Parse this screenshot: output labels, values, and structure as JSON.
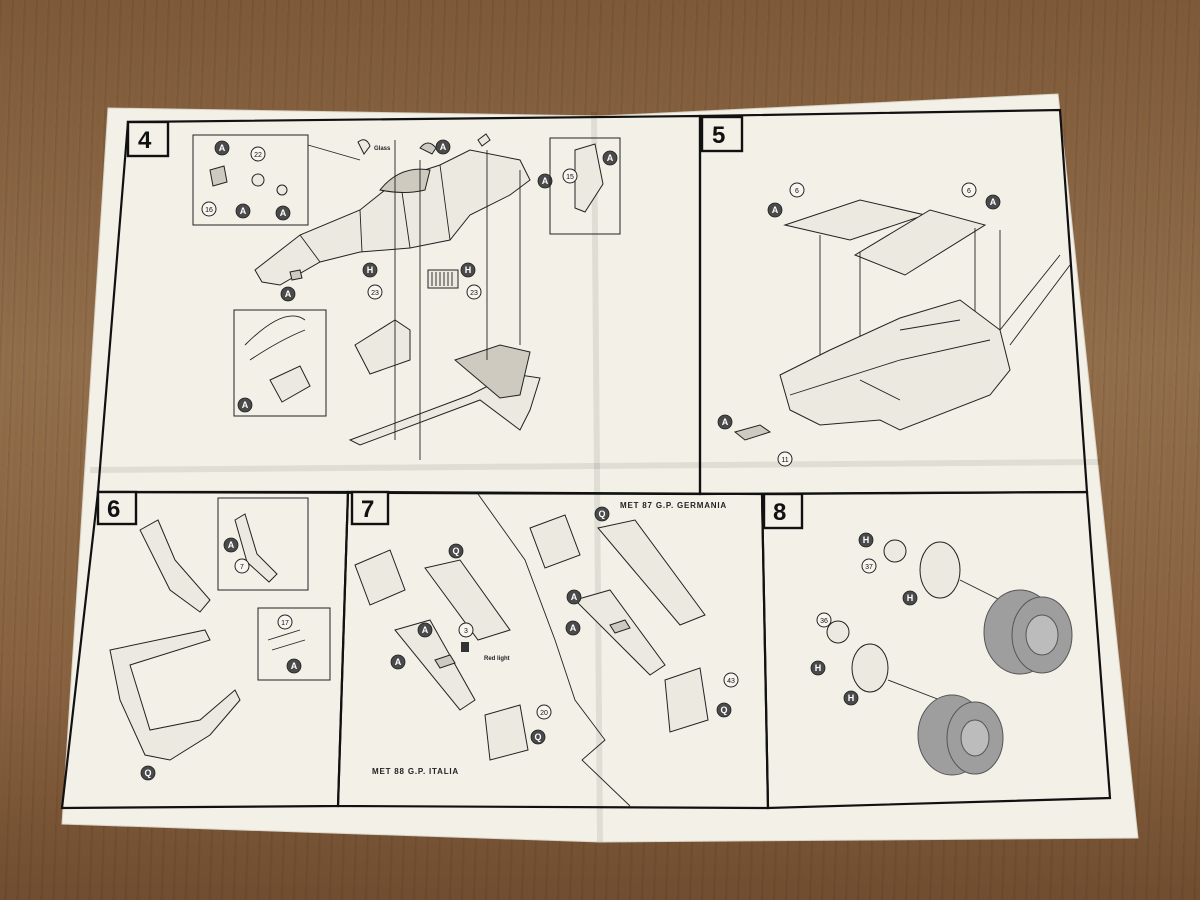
{
  "steps": {
    "s4": {
      "number": "4"
    },
    "s5": {
      "number": "5"
    },
    "s6": {
      "number": "6"
    },
    "s7": {
      "number": "7"
    },
    "s8": {
      "number": "8"
    }
  },
  "captions": {
    "met87": "MET 87  G.P. GERMANIA",
    "met88": "MET 88  G.P. ITALIA",
    "red_light": "Red light",
    "glass": "Glass"
  },
  "labels": {
    "A": "A",
    "H": "H",
    "Q": "Q",
    "n22": "22",
    "n16": "16",
    "n15": "15",
    "n23": "23",
    "n6": "6",
    "n11": "11",
    "n7": "7",
    "n17": "17",
    "n3": "3",
    "n20": "20",
    "n43": "43",
    "n36": "36",
    "n37": "37"
  },
  "colors": {
    "paper": "#f3f0e8",
    "ink": "#111111",
    "table_wood": "#8a6442",
    "tire_grey": "#9e9e9e"
  }
}
